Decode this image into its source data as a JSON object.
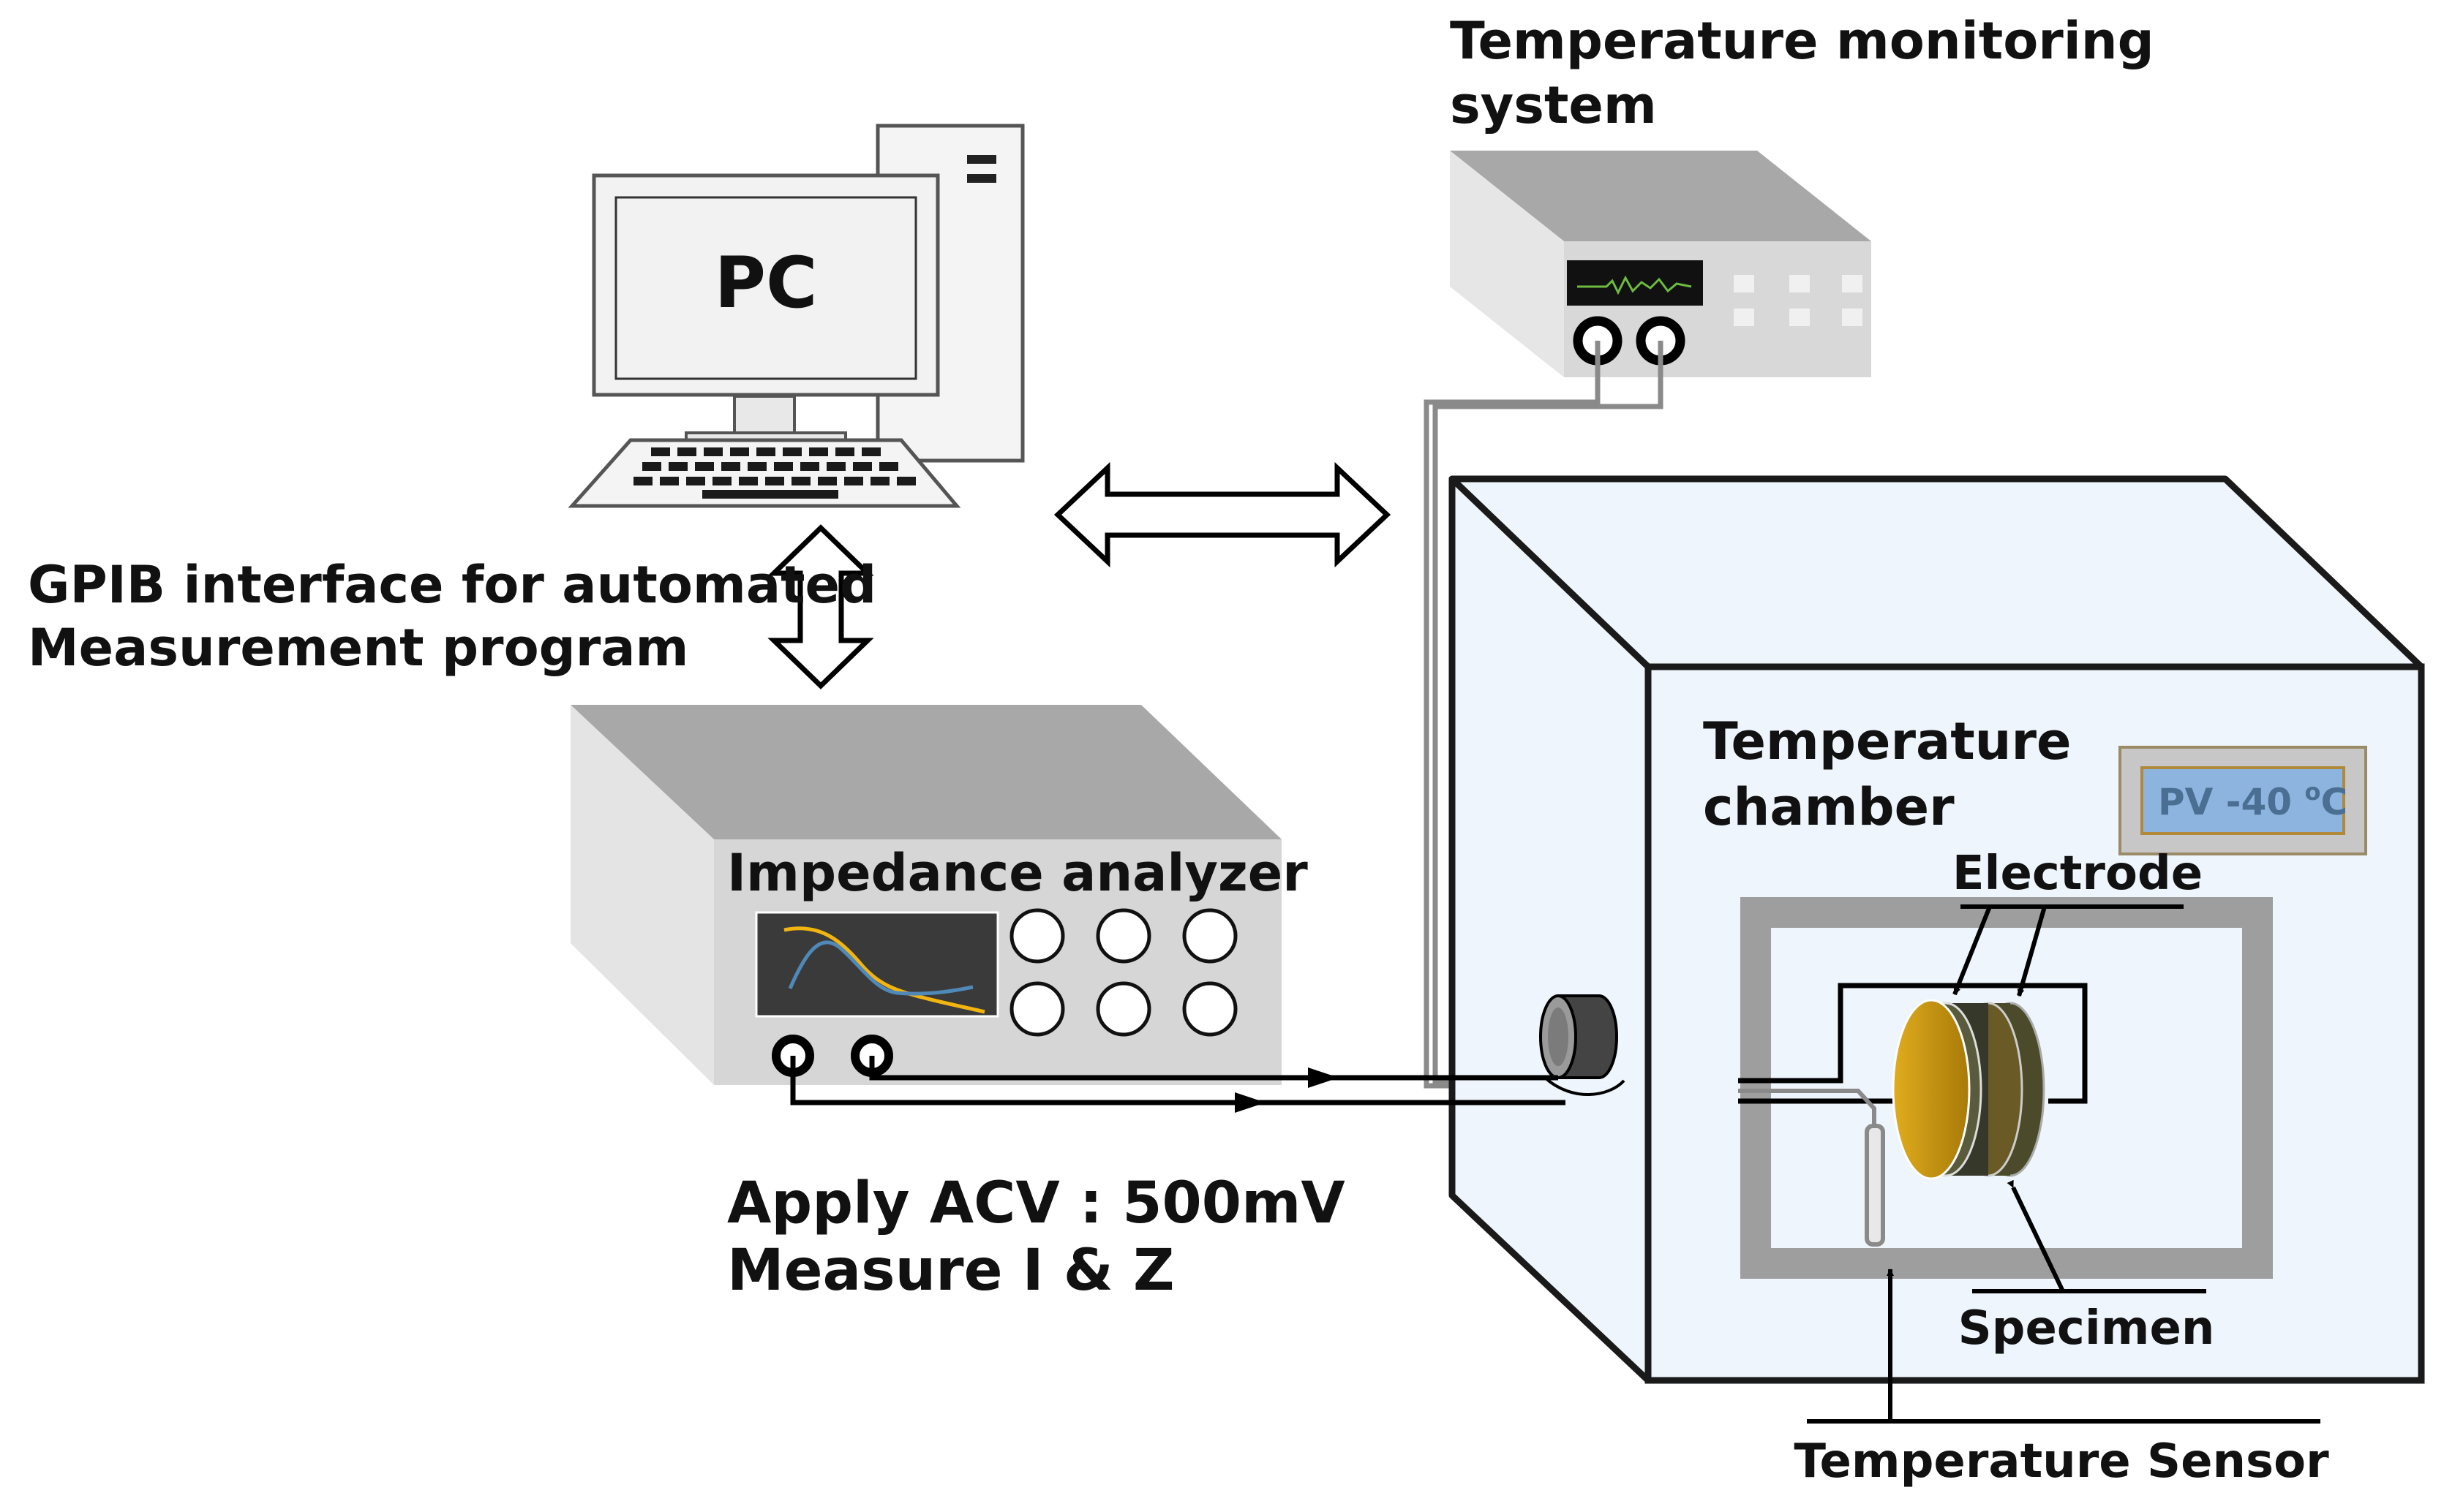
{
  "labels": {
    "pc": "PC",
    "monitor_line1": "Temperature monitoring",
    "monitor_line2": "system",
    "gpib_line1": "GPIB interface for automated",
    "gpib_line2": "Measurement program",
    "analyzer": "Impedance analyzer",
    "apply_line1": "Apply ACV : 500mV",
    "apply_line2": "Measure I & Z",
    "chamber_line1": "Temperature",
    "chamber_line2": "chamber",
    "electrode": "Electrode",
    "specimen": "Specimen",
    "sensor": "Temperature Sensor"
  },
  "chamber_display": {
    "prefix": "PV -40 ",
    "degree": "o",
    "unit": "C"
  },
  "colors": {
    "device_front": "#d8d8d8",
    "device_top": "#a8a8a8",
    "device_side": "#c4c4c4",
    "screen_dark": "#3a3a3a",
    "chamber_face": "#eef5fc",
    "chamber_inner": "#9e9e9e",
    "specimen_gold": "#c9950e",
    "specimen_dark": "#4b4a2a",
    "curve_yellow": "#f2b40f",
    "curve_blue": "#4f89b8",
    "display_blue": "#8db4de",
    "trace_green": "#6dbb3f"
  }
}
